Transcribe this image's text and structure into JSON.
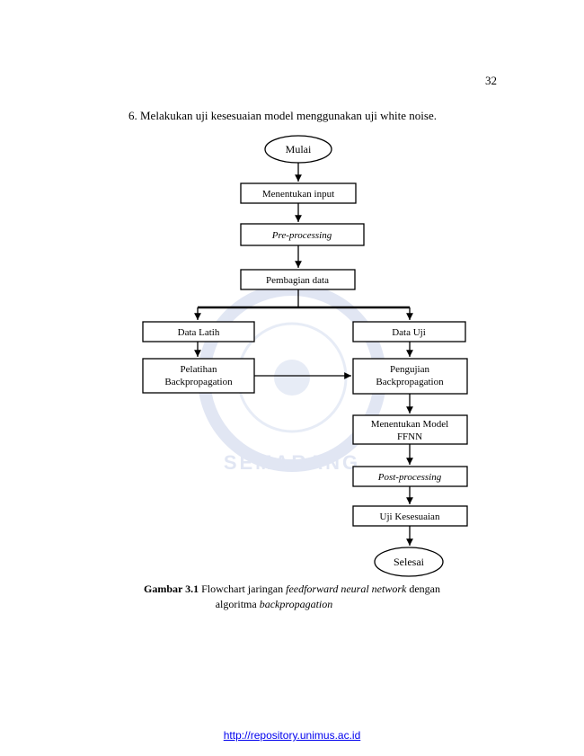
{
  "page": {
    "number": "32",
    "item": "6.  Melakukan uji kesesuaian model menggunakan uji white noise."
  },
  "watermark": {
    "text": "SEMARANG"
  },
  "flowchart": {
    "start": "Mulai",
    "input": "Menentukan input",
    "preprocessing": "Pre-processing",
    "split": "Pembagian data",
    "train_data": "Data Latih",
    "test_data": "Data Uji",
    "training_line1": "Pelatihan",
    "training_line2": "Backpropagation",
    "testing_line1": "Pengujian",
    "testing_line2": "Backpropagation",
    "model_line1": "Menentukan Model",
    "model_line2": "FFNN",
    "postprocessing": "Post-processing",
    "fit_test": "Uji Kesesuaian",
    "end": "Selesai"
  },
  "caption": {
    "label": "Gambar 3.1",
    "text1": " Flowchart jaringan ",
    "ital1": "feedforward neural network",
    "text2": " dengan",
    "text3": "algoritma ",
    "ital2": "backpropagation"
  },
  "footer": {
    "link": "http://repository.unimus.ac.id"
  },
  "colors": {
    "watermark": "#c9d3ea",
    "link": "#0000ee"
  }
}
